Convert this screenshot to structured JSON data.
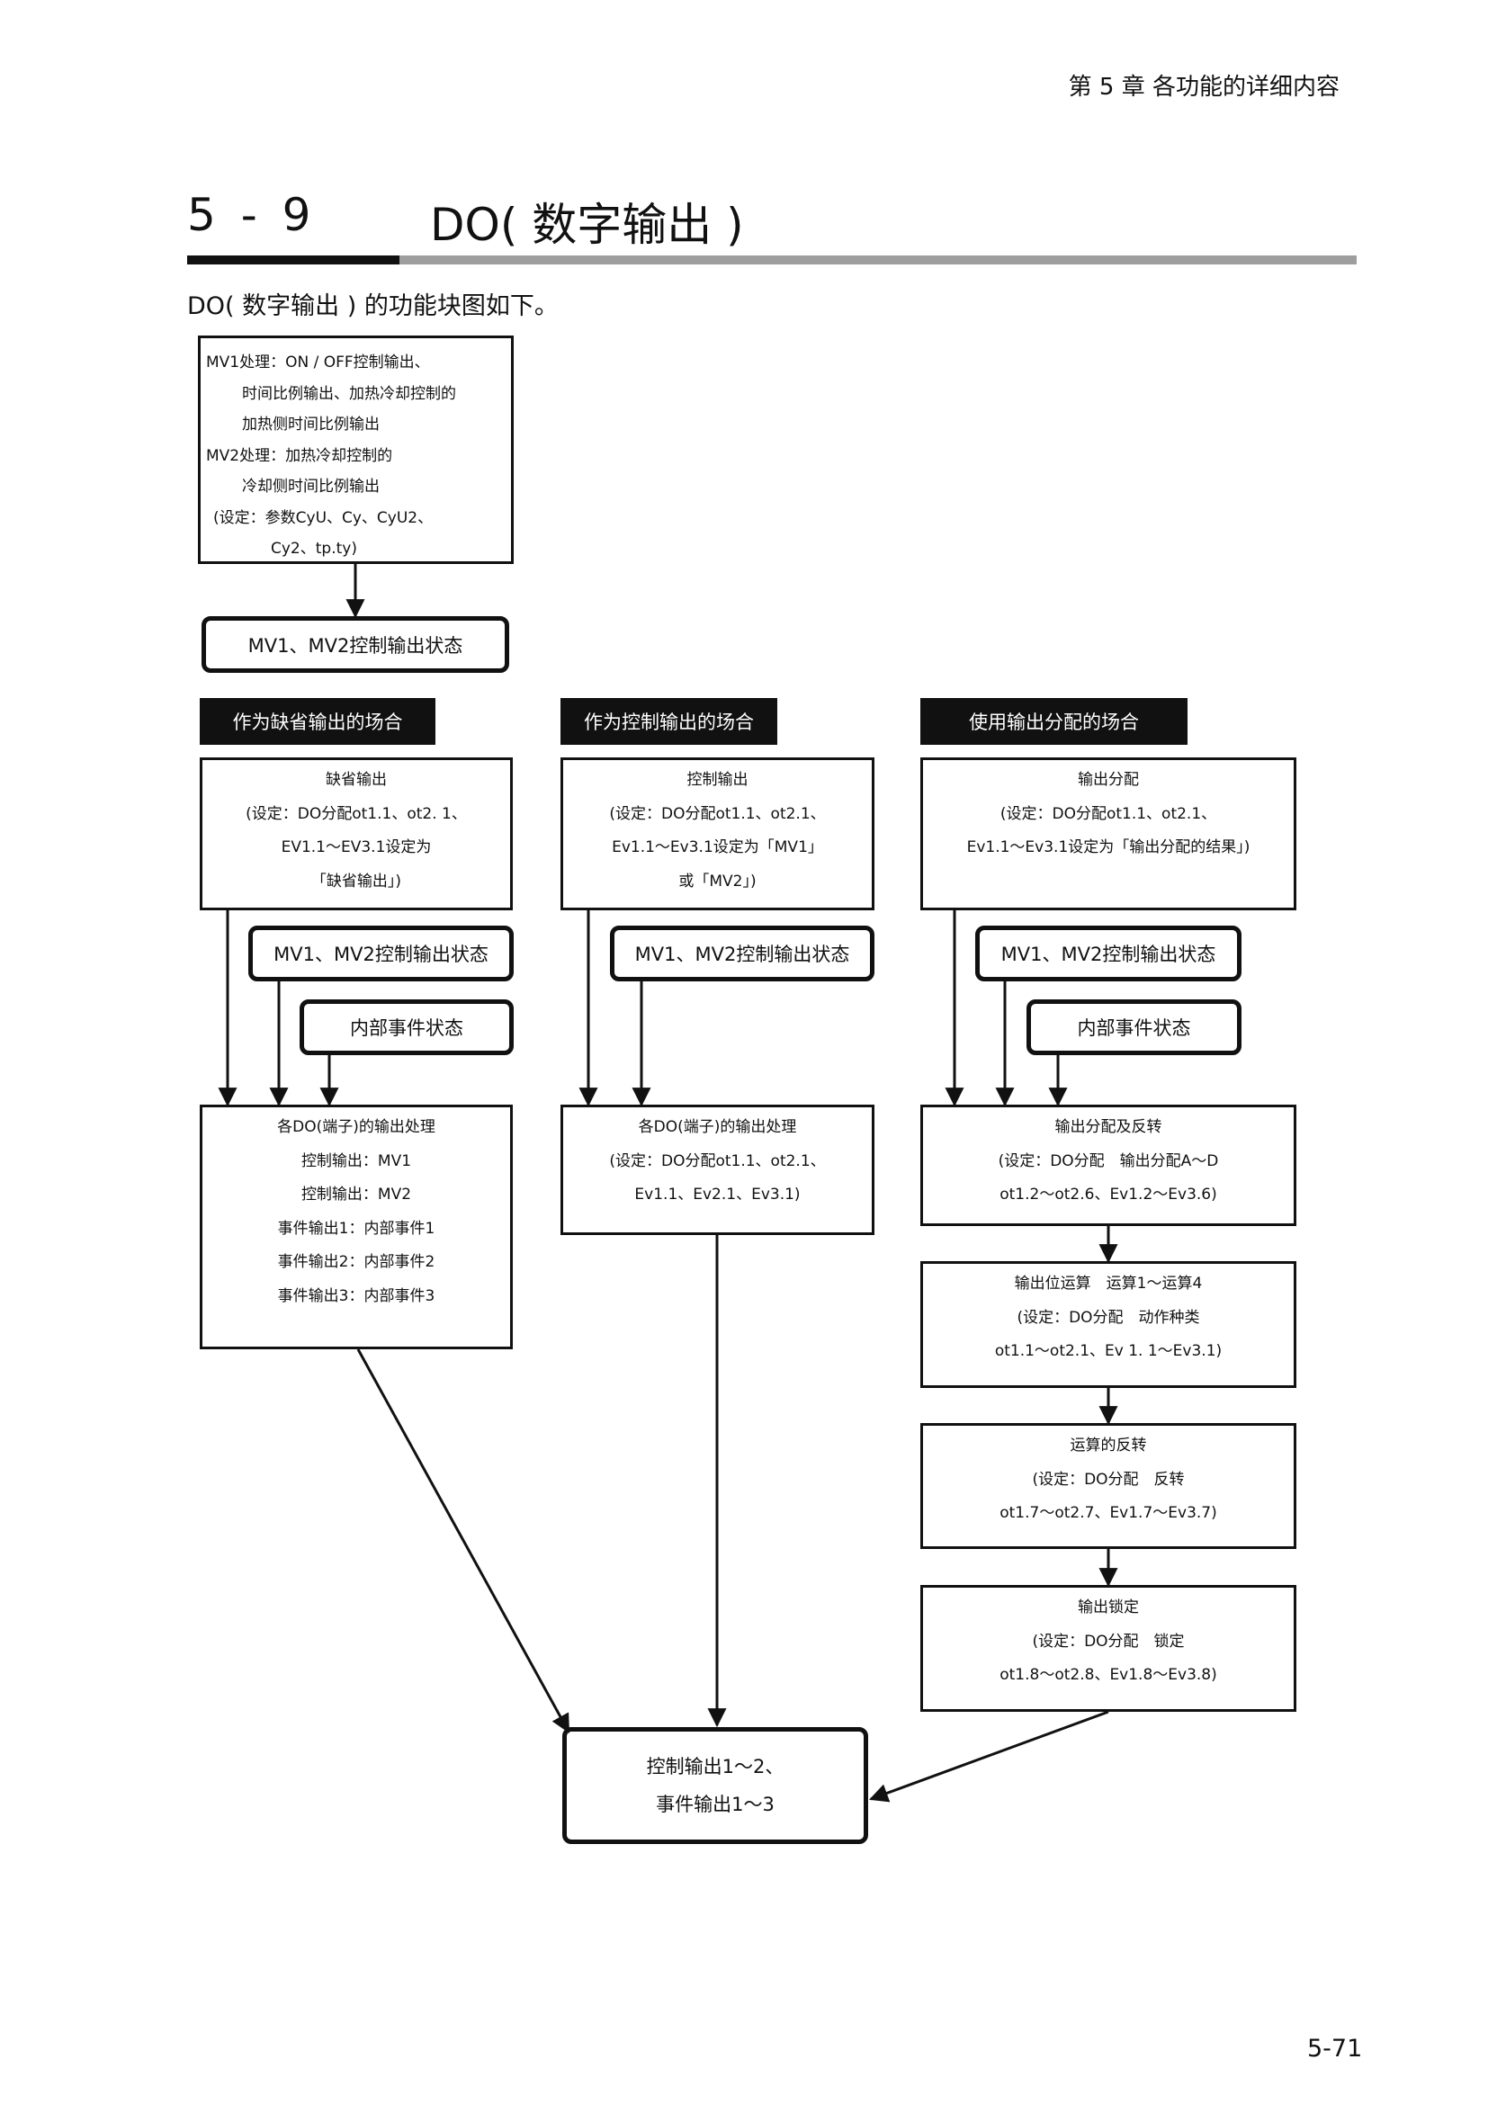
{
  "header": {
    "chapter": "第 5 章 各功能的详细内容"
  },
  "section": {
    "number": "5 - 9",
    "title": "DO( 数字输出 )"
  },
  "intro": "DO( 数字输出 ) 的功能块图如下。",
  "top": {
    "process_lines": [
      "MV1处理：ON / OFF控制输出、",
      "时间比例输出、加热冷却控制的",
      "加热侧时间比例输出",
      "MV2处理：加热冷却控制的",
      "冷却侧时间比例输出",
      "(设定：参数CyU、Cy、CyU2、",
      "Cy2、tp.ty)"
    ],
    "state": "MV1、MV2控制输出状态"
  },
  "col1": {
    "header": "作为缺省输出的场合",
    "box1": [
      "缺省输出",
      "(设定：DO分配ot1.1、ot2. 1、",
      "EV1.1～EV3.1设定为",
      "「缺省输出」)"
    ],
    "state": "MV1、MV2控制输出状态",
    "event": "内部事件状态",
    "box2": [
      "各DO(端子)的输出处理",
      "控制输出：MV1",
      "控制输出：MV2",
      "事件输出1：内部事件1",
      "事件输出2：内部事件2",
      "事件输出3：内部事件3"
    ]
  },
  "col2": {
    "header": "作为控制输出的场合",
    "box1": [
      "控制输出",
      "(设定：DO分配ot1.1、ot2.1、",
      "Ev1.1～Ev3.1设定为「MV1」",
      "或「MV2」)"
    ],
    "state": "MV1、MV2控制输出状态",
    "box2": [
      "各DO(端子)的输出处理",
      "(设定：DO分配ot1.1、ot2.1、",
      "Ev1.1、Ev2.1、Ev3.1)"
    ]
  },
  "col3": {
    "header": "使用输出分配的场合",
    "box1": [
      "输出分配",
      "(设定：DO分配ot1.1、ot2.1、",
      "Ev1.1～Ev3.1设定为「输出分配的结果」)"
    ],
    "state": "MV1、MV2控制输出状态",
    "event": "内部事件状态",
    "box2": [
      "输出分配及反转",
      "(设定：DO分配　输出分配A～D",
      "ot1.2～ot2.6、Ev1.2～Ev3.6)"
    ],
    "box3": [
      "输出位运算　运算1～运算4",
      "(设定：DO分配　动作种类",
      "ot1.1～ot2.1、Ev 1. 1～Ev3.1)"
    ],
    "box4": [
      "运算的反转",
      "(设定：DO分配　反转",
      "ot1.7～ot2.7、Ev1.7～Ev3.7)"
    ],
    "box5": [
      "输出锁定",
      "(设定：DO分配　锁定",
      "ot1.8～ot2.8、Ev1.8～Ev3.8)"
    ]
  },
  "final": [
    "控制输出1～2、",
    "事件输出1～3"
  ],
  "page_number": "5-71"
}
